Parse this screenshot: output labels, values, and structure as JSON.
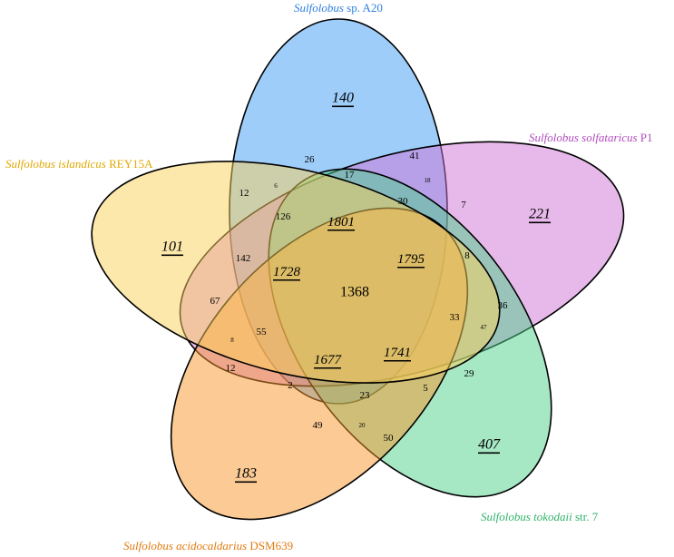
{
  "sets": [
    {
      "id": "a20",
      "name_italic": "Sulfolobus",
      "name_rest": " sp. A20",
      "color": "#3d9bf5",
      "label_color": "#2f7fe0"
    },
    {
      "id": "p1",
      "name_italic": "Sulfolobus solfataricus",
      "name_rest": " P1",
      "color": "#cf73d6",
      "label_color": "#b14dbd"
    },
    {
      "id": "tok",
      "name_italic": "Sulfolobus tokodaii",
      "name_rest": " str. 7",
      "color": "#4ecf8a",
      "label_color": "#2fb36b"
    },
    {
      "id": "aci",
      "name_italic": "Sulfolobus acidocaldarius",
      "name_rest": " DSM639",
      "color": "#f7952b",
      "label_color": "#e07a10"
    },
    {
      "id": "isl",
      "name_italic": "Sulfolobus islandicus",
      "name_rest": " REY15A",
      "color": "#fbd25a",
      "label_color": "#e0a800"
    }
  ],
  "counts": {
    "a20_only": "140",
    "p1_only": "221",
    "tok_only": "407",
    "aci_only": "183",
    "isl_only": "101",
    "c1368": "1368",
    "c1801": "1801",
    "c1795": "1795",
    "c1741": "1741",
    "c1677": "1677",
    "c1728": "1728",
    "c26": "26",
    "c41": "41",
    "c17": "17",
    "c18": "18",
    "c30": "30",
    "c7": "7",
    "c12a": "12",
    "c6": "6",
    "c126": "126",
    "c142": "142",
    "c67": "67",
    "c8a": "8",
    "c36": "36",
    "c33": "33",
    "c47": "47",
    "c29": "29",
    "c55": "55",
    "c8b": "8",
    "c12b": "12",
    "c2": "2",
    "c23": "23",
    "c5": "5",
    "c49": "49",
    "c20": "20",
    "c50": "50"
  }
}
